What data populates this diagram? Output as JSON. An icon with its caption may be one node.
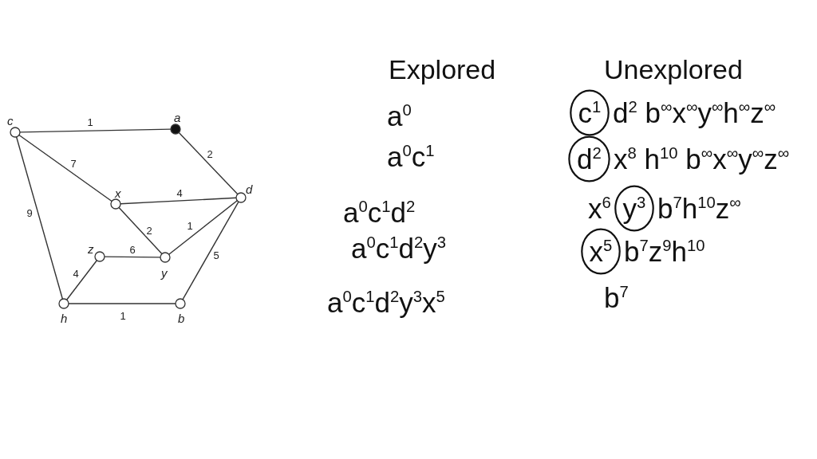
{
  "diagram": {
    "nodes": [
      {
        "text": [
          "c"
        ]
      },
      {
        "text": [
          "a"
        ]
      },
      {
        "text": [
          "x"
        ]
      },
      {
        "text": [
          "d"
        ]
      },
      {
        "text": [
          "z"
        ]
      },
      {
        "text": [
          "y"
        ]
      },
      {
        "text": [
          "h"
        ]
      },
      {
        "text": [
          "b"
        ]
      },
      {
        "text": [
          "c$^{1}$"
        ]
      },
      {
        "text": [
          "d$^{2}$"
        ]
      },
      {
        "text": [
          "y$^{3}$"
        ]
      },
      {
        "text": [
          "x$^{5}$"
        ]
      }
    ],
    "edges": [
      {
        "from": 0,
        "to": 1,
        "arrow": "none",
        "label": "1"
      },
      {
        "from": 1,
        "to": 3,
        "arrow": "none",
        "label": "2"
      },
      {
        "from": 0,
        "to": 2,
        "arrow": "none",
        "label": "7"
      },
      {
        "from": 2,
        "to": 3,
        "arrow": "none",
        "label": "4"
      },
      {
        "from": 0,
        "to": 6,
        "arrow": "none",
        "label": "9"
      },
      {
        "from": 2,
        "to": 5,
        "arrow": "none",
        "label": "2"
      },
      {
        "from": 5,
        "to": 3,
        "arrow": "none",
        "label": "1"
      },
      {
        "from": 4,
        "to": 5,
        "arrow": "none",
        "label": "6"
      },
      {
        "from": 3,
        "to": 7,
        "arrow": "none",
        "label": "5"
      },
      {
        "from": 4,
        "to": 6,
        "arrow": "none",
        "label": "4"
      },
      {
        "from": 6,
        "to": 7,
        "arrow": "none",
        "label": "1"
      }
    ],
    "labels": [
      "Explored",
      "Unexplored",
      "a$^{0}$",
      "d$^{2}$ b$^{∞}$x$^{∞}$y$^{∞}$h$^{∞}$z$^{∞}$",
      "a$^{0}$c$^{1}$",
      "x$^{8}$ h$^{10}$ b$^{∞}$x$^{∞}$y$^{∞}$z$^{∞}$",
      "a$^{0}$c$^{1}$d$^{2}$",
      "x$^{6}$",
      "b$^{7}$h$^{10}$z$^{∞}$",
      "a$^{0}$c$^{1}$d$^{2}$y$^{3}$",
      "b$^{7}$z$^{9}$h$^{10}$",
      "a$^{0}$c$^{1}$d$^{2}$y$^{3}$x$^{5}$",
      "b$^{7}$"
    ]
  }
}
